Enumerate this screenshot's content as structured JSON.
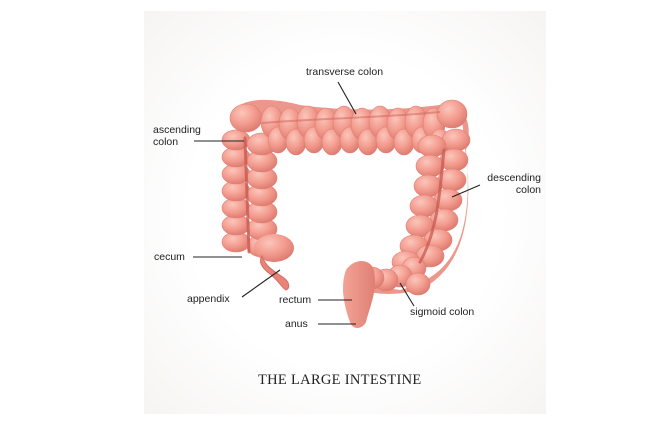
{
  "diagram": {
    "title": "THE LARGE INTESTINE",
    "labels": {
      "transverse_colon": "transverse colon",
      "ascending_colon": "ascending\ncolon",
      "descending_colon": "descending\ncolon",
      "cecum": "cecum",
      "appendix": "appendix",
      "rectum": "rectum",
      "anus": "anus",
      "sigmoid_colon": "sigmoid colon"
    },
    "colors": {
      "tissue_light": "#f7a99c",
      "tissue_mid": "#ec8b7f",
      "tissue_dark": "#d96f66",
      "leader_line": "#222222"
    }
  }
}
